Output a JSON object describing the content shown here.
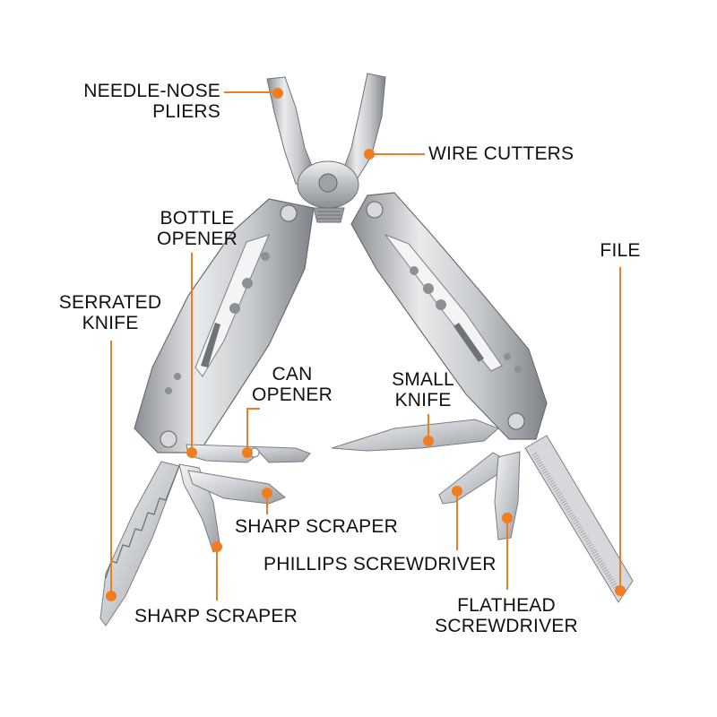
{
  "colors": {
    "accent": "#f07d1f",
    "steel_light": "#e6e7e9",
    "steel_mid": "#b7babe",
    "steel_dark": "#7d8186",
    "text": "#111111"
  },
  "labels": {
    "needle_nose_pliers": [
      "NEEDLE-NOSE",
      "PLIERS"
    ],
    "wire_cutters": "WIRE CUTTERS",
    "bottle_opener": [
      "BOTTLE",
      "OPENER"
    ],
    "serrated_knife": [
      "SERRATED",
      "KNIFE"
    ],
    "can_opener": [
      "CAN",
      "OPENER"
    ],
    "small_knife": [
      "SMALL",
      "KNIFE"
    ],
    "file": "FILE",
    "sharp_scraper_top": "SHARP SCRAPER",
    "sharp_scraper_bottom": "SHARP SCRAPER",
    "phillips_screwdriver": "PHILLIPS SCREWDRIVER",
    "flathead_screwdriver": [
      "FLATHEAD",
      "SCREWDRIVER"
    ]
  }
}
